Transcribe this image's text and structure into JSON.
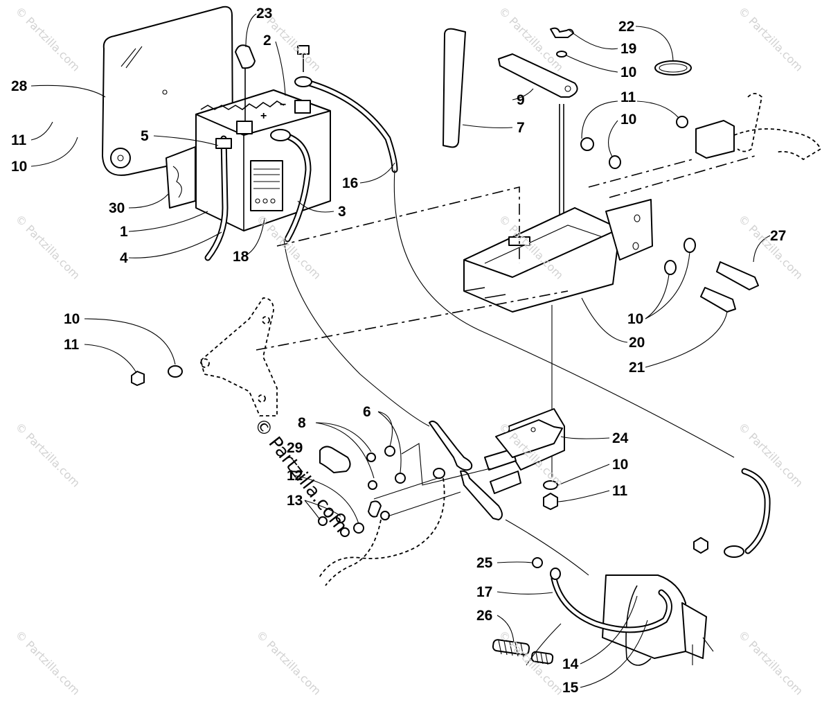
{
  "diagram": {
    "callouts": [
      {
        "id": "c23",
        "text": "23"
      },
      {
        "id": "c2",
        "text": "2"
      },
      {
        "id": "c28",
        "text": "28"
      },
      {
        "id": "c11a",
        "text": "11"
      },
      {
        "id": "c10a",
        "text": "10"
      },
      {
        "id": "c5",
        "text": "5"
      },
      {
        "id": "c30",
        "text": "30"
      },
      {
        "id": "c1",
        "text": "1"
      },
      {
        "id": "c4",
        "text": "4"
      },
      {
        "id": "c18",
        "text": "18"
      },
      {
        "id": "c3",
        "text": "3"
      },
      {
        "id": "c16",
        "text": "16"
      },
      {
        "id": "c22",
        "text": "22"
      },
      {
        "id": "c19",
        "text": "19"
      },
      {
        "id": "c10b",
        "text": "10"
      },
      {
        "id": "c9",
        "text": "9"
      },
      {
        "id": "c7",
        "text": "7"
      },
      {
        "id": "c11b",
        "text": "11"
      },
      {
        "id": "c10c",
        "text": "10"
      },
      {
        "id": "c27",
        "text": "27"
      },
      {
        "id": "c10d",
        "text": "10"
      },
      {
        "id": "c20",
        "text": "20"
      },
      {
        "id": "c21",
        "text": "21"
      },
      {
        "id": "c10e",
        "text": "10"
      },
      {
        "id": "c11c",
        "text": "11"
      },
      {
        "id": "c8",
        "text": "8"
      },
      {
        "id": "c6",
        "text": "6"
      },
      {
        "id": "c29",
        "text": "29"
      },
      {
        "id": "c12",
        "text": "12"
      },
      {
        "id": "c13",
        "text": "13"
      },
      {
        "id": "c24",
        "text": "24"
      },
      {
        "id": "c10f",
        "text": "10"
      },
      {
        "id": "c11d",
        "text": "11"
      },
      {
        "id": "c25",
        "text": "25"
      },
      {
        "id": "c17",
        "text": "17"
      },
      {
        "id": "c26",
        "text": "26"
      },
      {
        "id": "c14",
        "text": "14"
      },
      {
        "id": "c15",
        "text": "15"
      }
    ],
    "battery_polarity": {
      "pos": "+",
      "neg": "−"
    },
    "watermark": "© Partzilla.com",
    "center_watermark": "© Partzilla.com"
  }
}
